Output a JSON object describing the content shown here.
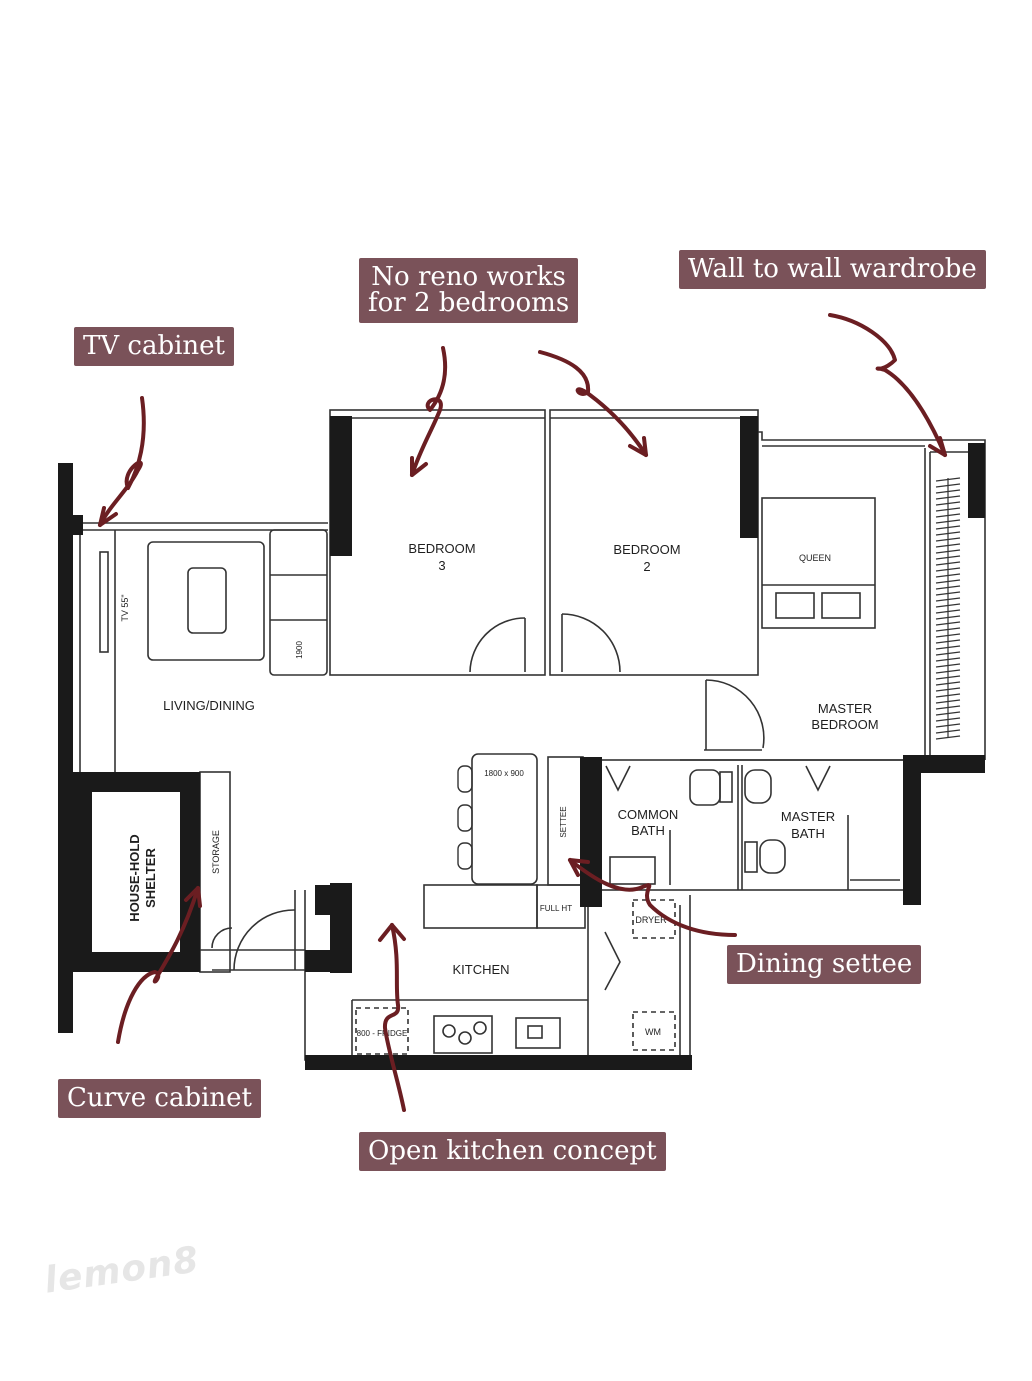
{
  "annotations": {
    "tv_cabinet": "TV cabinet",
    "no_reno": "No reno works\nfor 2 bedrooms",
    "wardrobe": "Wall to wall wardrobe",
    "dining_settee": "Dining settee",
    "curve_cabinet": "Curve cabinet",
    "open_kitchen": "Open kitchen concept"
  },
  "plan_labels": {
    "bedroom3_a": "BEDROOM",
    "bedroom3_b": "3",
    "bedroom2_a": "BEDROOM",
    "bedroom2_b": "2",
    "queen": "QUEEN",
    "master_bedroom_a": "MASTER",
    "master_bedroom_b": "BEDROOM",
    "living_dining": "LIVING/DINING",
    "tv": "TV 55\"",
    "sofa": "1900",
    "table": "1800 x 900",
    "settee": "SETTEE",
    "common_bath_a": "COMMON",
    "common_bath_b": "BATH",
    "master_bath_a": "MASTER",
    "master_bath_b": "BATH",
    "household_a": "HOUSE-HOLD",
    "household_b": "SHELTER",
    "storage": "STORAGE",
    "full_ht": "FULL HT",
    "kitchen": "KITCHEN",
    "dryer": "DRYER",
    "wm": "WM",
    "fridge": "800 - FRIDGE"
  },
  "colors": {
    "tag_bg": "#7a5259",
    "arrow": "#6b1e22",
    "wall": "#1a1a1a"
  },
  "watermark": "lemon8"
}
